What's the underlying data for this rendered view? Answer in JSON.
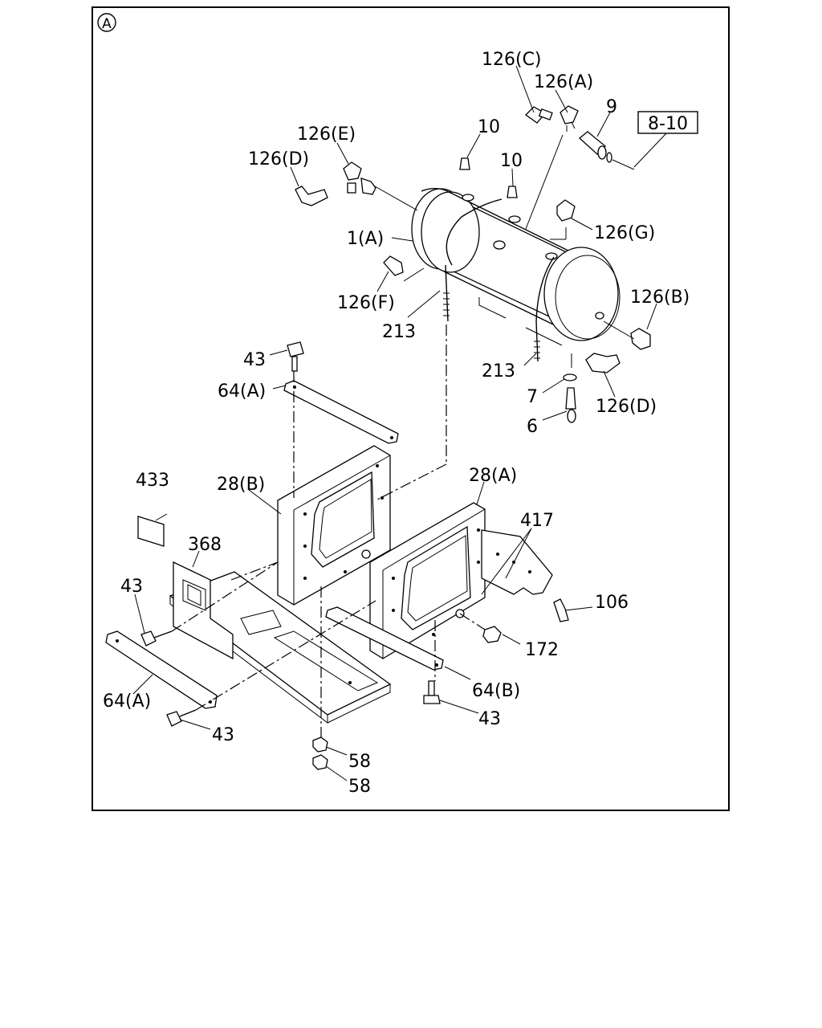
{
  "view_marker": "A",
  "ref_box": "8-10",
  "labels": [
    {
      "id": "126C-top",
      "text": "126(C)"
    },
    {
      "id": "126A-top",
      "text": "126(A)"
    },
    {
      "id": "9",
      "text": "9"
    },
    {
      "id": "126E",
      "text": "126(E)"
    },
    {
      "id": "126D-left",
      "text": "126(D)"
    },
    {
      "id": "10a",
      "text": "10"
    },
    {
      "id": "10b",
      "text": "10"
    },
    {
      "id": "126G",
      "text": "126(G)"
    },
    {
      "id": "1A",
      "text": "1(A)"
    },
    {
      "id": "126F",
      "text": "126(F)"
    },
    {
      "id": "213a",
      "text": "213"
    },
    {
      "id": "126B",
      "text": "126(B)"
    },
    {
      "id": "213b",
      "text": "213"
    },
    {
      "id": "43-top",
      "text": "43"
    },
    {
      "id": "64A-top",
      "text": "64(A)"
    },
    {
      "id": "7",
      "text": "7"
    },
    {
      "id": "126D-right",
      "text": "126(D)"
    },
    {
      "id": "6",
      "text": "6"
    },
    {
      "id": "433",
      "text": "433"
    },
    {
      "id": "28B",
      "text": "28(B)"
    },
    {
      "id": "28A",
      "text": "28(A)"
    },
    {
      "id": "417",
      "text": "417"
    },
    {
      "id": "368",
      "text": "368"
    },
    {
      "id": "43-left",
      "text": "43"
    },
    {
      "id": "106",
      "text": "106"
    },
    {
      "id": "172",
      "text": "172"
    },
    {
      "id": "64B",
      "text": "64(B)"
    },
    {
      "id": "64A-bottom",
      "text": "64(A)"
    },
    {
      "id": "43-bottom-right",
      "text": "43"
    },
    {
      "id": "43-bottom-left",
      "text": "43"
    },
    {
      "id": "58a",
      "text": "58"
    },
    {
      "id": "58b",
      "text": "58"
    }
  ]
}
